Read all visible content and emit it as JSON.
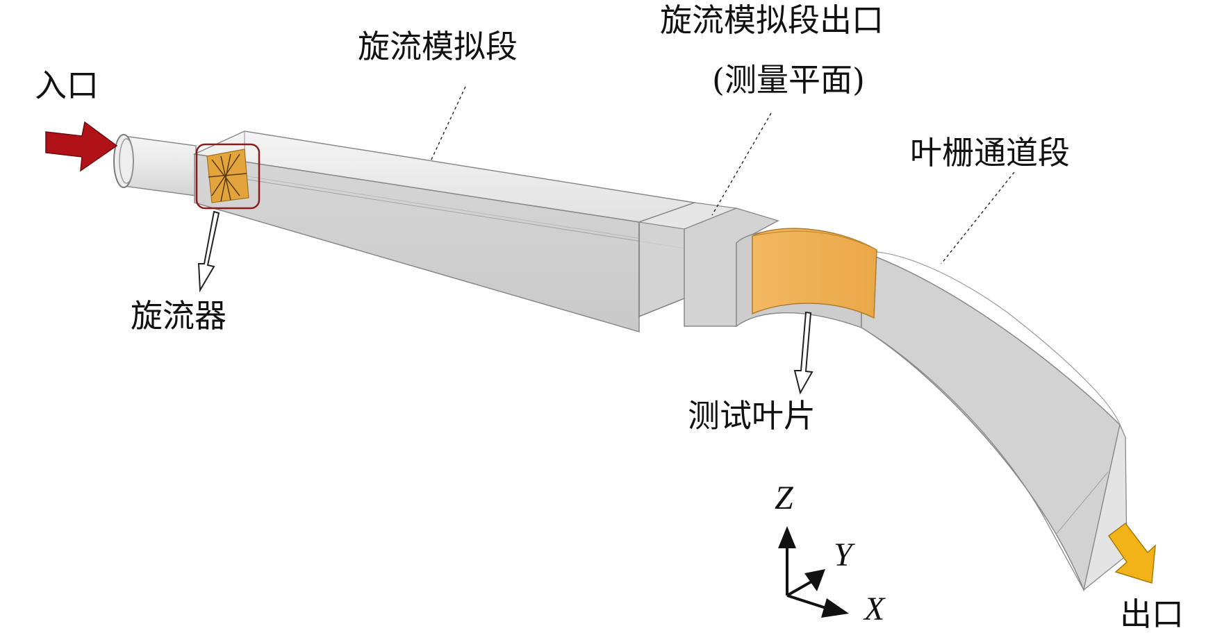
{
  "labels": {
    "inlet": "入口",
    "swirl_section": "旋流模拟段",
    "swirl_exit_line1": "旋流模拟段出口",
    "swirl_exit_line2": "(测量平面)",
    "cascade_section": "叶栅通道段",
    "swirler": "旋流器",
    "test_blade": "测试叶片",
    "outlet": "出口"
  },
  "axes": {
    "z": "Z",
    "y": "Y",
    "x": "X"
  },
  "colors": {
    "inlet_arrow": "#b01217",
    "outlet_arrow": "#f2b318",
    "blade_fill": "#f0b055",
    "swirler_box": "#8b1a1a",
    "duct_fill": "#d9d9d9",
    "duct_edge": "#7a7a7a"
  },
  "icons": {
    "inlet_arrow": "red-flow-arrow-icon",
    "outlet_arrow": "yellow-flow-arrow-icon"
  }
}
